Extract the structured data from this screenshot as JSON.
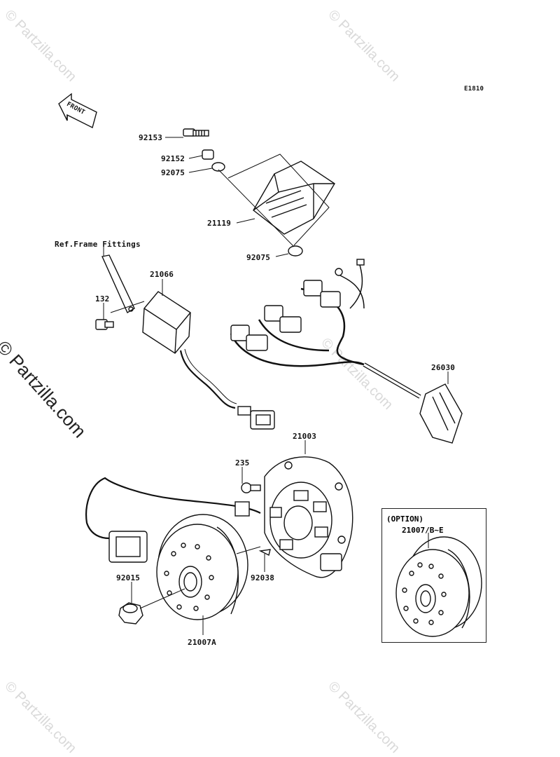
{
  "diagram_code": "E1810",
  "front_label": "FRONT",
  "ref_label": "Ref.Frame Fittings",
  "option": {
    "title": "(OPTION)",
    "part": "21007/B~E"
  },
  "watermark": "© Partzilla.com",
  "parts": [
    {
      "id": "p92153",
      "label": "92153"
    },
    {
      "id": "p92152",
      "label": "92152"
    },
    {
      "id": "p92075a",
      "label": "92075"
    },
    {
      "id": "p21119",
      "label": "21119"
    },
    {
      "id": "p92075b",
      "label": "92075"
    },
    {
      "id": "p21066",
      "label": "21066"
    },
    {
      "id": "p132",
      "label": "132"
    },
    {
      "id": "p26030",
      "label": "26030"
    },
    {
      "id": "p21003",
      "label": "21003"
    },
    {
      "id": "p235",
      "label": "235"
    },
    {
      "id": "p92015",
      "label": "92015"
    },
    {
      "id": "p92038",
      "label": "92038"
    },
    {
      "id": "p21007A",
      "label": "21007A"
    }
  ]
}
